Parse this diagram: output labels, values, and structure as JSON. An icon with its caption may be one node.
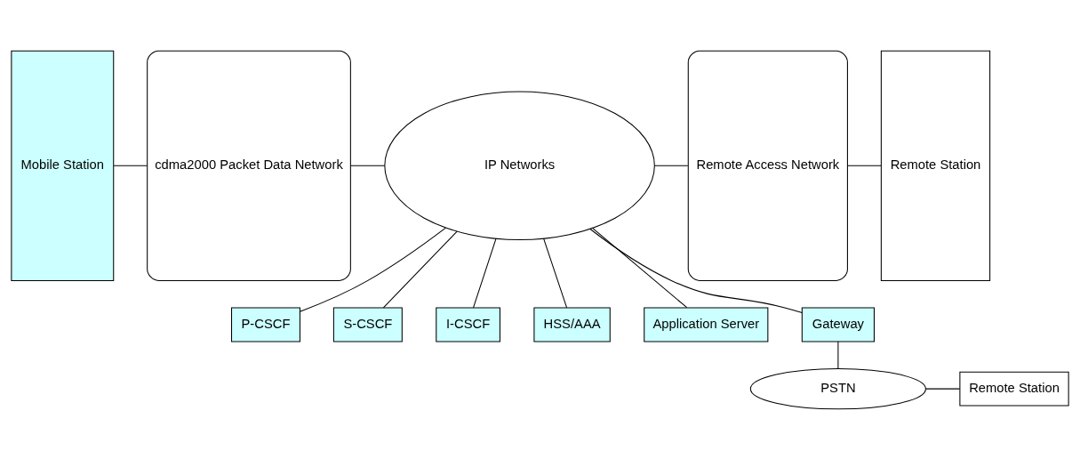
{
  "diagram": {
    "nodes": [
      {
        "text": [
          "Mobile Station"
        ]
      },
      {
        "text": [
          "cdma2000 Packet Data Network"
        ]
      },
      {
        "text": [
          "IP Networks"
        ]
      },
      {
        "text": [
          "P-CSCF"
        ]
      },
      {
        "text": [
          "S-CSCF"
        ]
      },
      {
        "text": [
          "I-CSCF"
        ]
      },
      {
        "text": [
          "Remote Access Network"
        ]
      },
      {
        "text": [
          "Remote Station"
        ]
      },
      {
        "text": [
          "HSS/AAA"
        ]
      },
      {
        "text": [
          "Application Server"
        ]
      },
      {
        "text": [
          "Gateway"
        ]
      },
      {
        "text": [
          "PSTN"
        ]
      },
      {
        "text": [
          "Remote Station"
        ]
      }
    ],
    "edges": [
      {
        "from": 0,
        "to": 1,
        "arrow": "none"
      },
      {
        "from": 1,
        "to": 2,
        "arrow": "none"
      },
      {
        "from": 2,
        "to": 3,
        "arrow": "none"
      },
      {
        "from": 2,
        "to": 4,
        "arrow": "none"
      },
      {
        "from": 2,
        "to": 5,
        "arrow": "none"
      },
      {
        "from": 2,
        "to": 6,
        "arrow": "none"
      },
      {
        "from": 6,
        "to": 7,
        "arrow": "none"
      },
      {
        "from": 2,
        "to": 8,
        "arrow": "none"
      },
      {
        "from": 2,
        "to": 9,
        "arrow": "none"
      },
      {
        "from": 2,
        "to": 10,
        "arrow": "none"
      },
      {
        "from": 10,
        "to": 11,
        "arrow": "none"
      },
      {
        "from": 11,
        "to": 12,
        "arrow": "none"
      }
    ]
  }
}
